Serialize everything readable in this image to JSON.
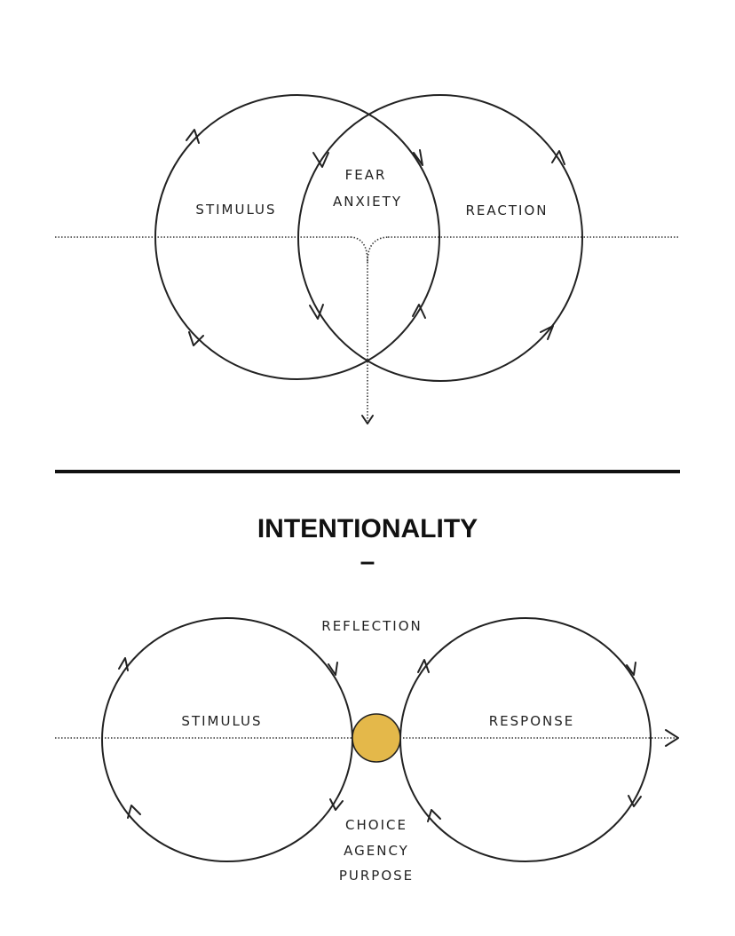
{
  "top_diagram": {
    "left_label": "STIMULUS",
    "center_labels": [
      "FEAR",
      "ANXIETY"
    ],
    "right_label": "REACTION"
  },
  "section": {
    "title": "INTENTIONALITY",
    "dash": "–"
  },
  "bottom_diagram": {
    "top_label": "REFLECTION",
    "left_label": "STIMULUS",
    "right_label": "RESPONSE",
    "bottom_labels": [
      "CHOICE",
      "AGENCY",
      "PURPOSE"
    ],
    "choice_point_color": "#e4b84a"
  }
}
